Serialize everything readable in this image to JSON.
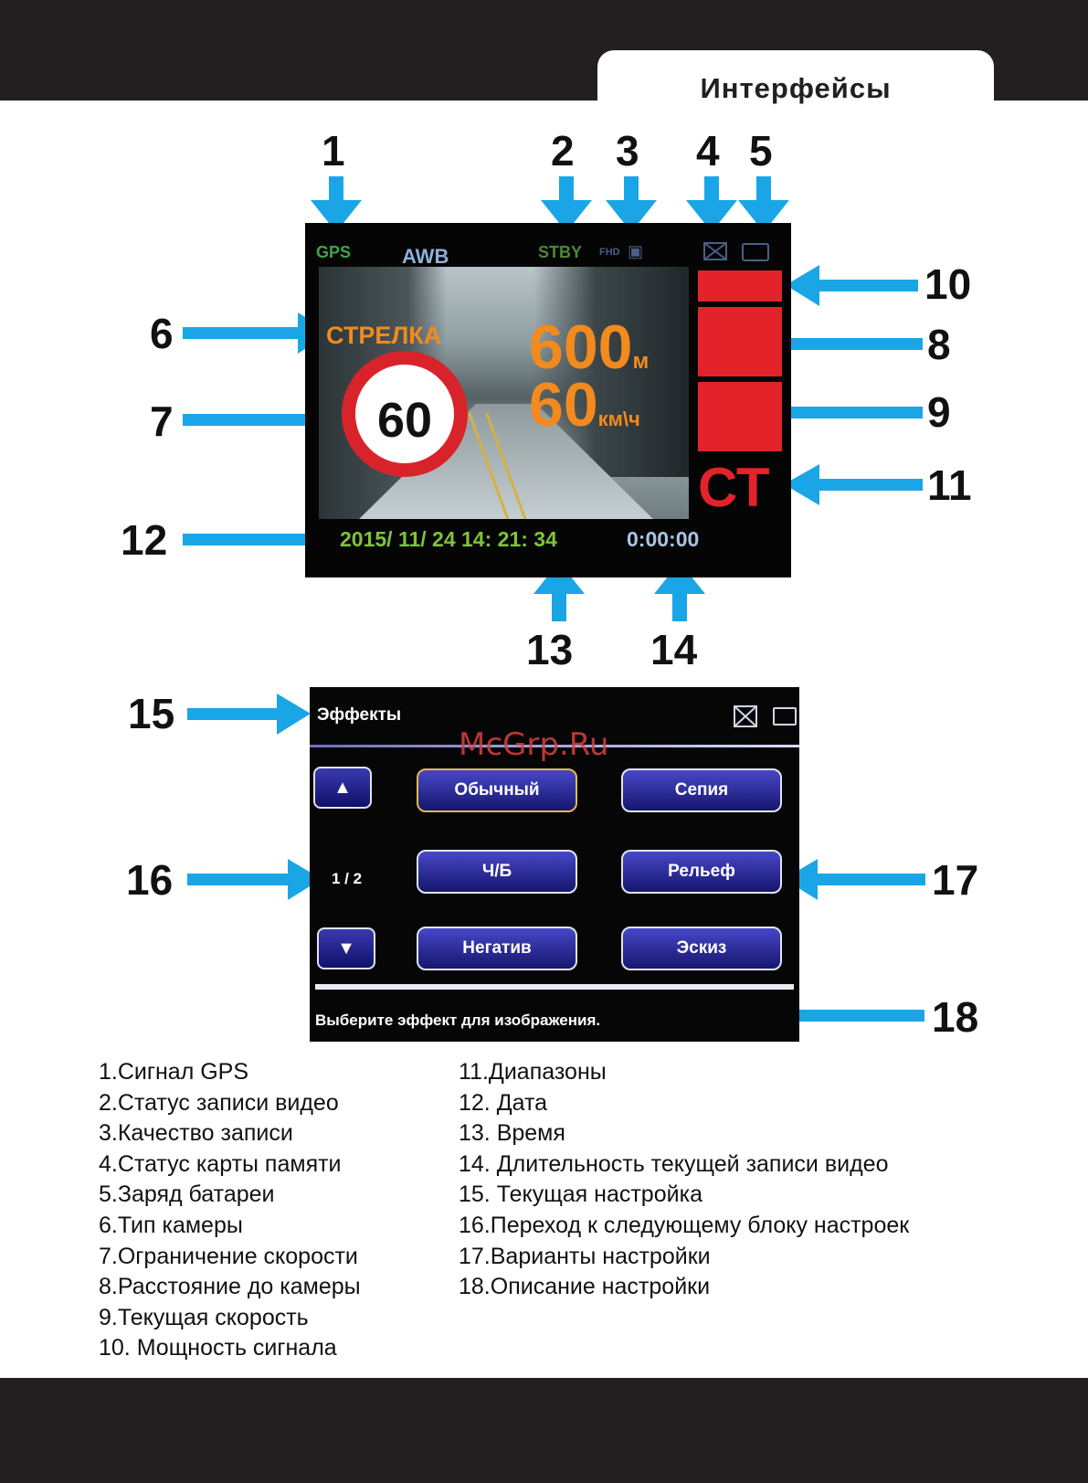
{
  "header": {
    "title": "Интерфейсы"
  },
  "callouts": [
    "1",
    "2",
    "3",
    "4",
    "5",
    "6",
    "7",
    "8",
    "9",
    "10",
    "11",
    "12",
    "13",
    "14",
    "15",
    "16",
    "17",
    "18"
  ],
  "dashcam": {
    "gps": "GPS",
    "awb": "AWB",
    "status": "STBY",
    "quality": "FHD",
    "camera_type": "СТРЕЛКА",
    "distance": "600",
    "distance_unit": "м",
    "speed": "60",
    "speed_unit": "км\\ч",
    "speed_limit": "60",
    "bands": "СТ",
    "datetime": "2015/ 11/ 24 14: 21: 34",
    "duration": "0:00:00"
  },
  "menu": {
    "title": "Эффекты",
    "up": "▲",
    "down": "▼",
    "page": "1 / 2",
    "options": [
      "Обычный",
      "Сепия",
      "Ч/Б",
      "Рельеф",
      "Негатив",
      "Эскиз"
    ],
    "selected": "Обычный",
    "description": "Выберите эффект для изображения."
  },
  "watermark": "McGrp.Ru",
  "legend": {
    "left": [
      "1.Сигнал GPS",
      "2.Статус записи видео",
      "3.Качество записи",
      "4.Статус карты памяти",
      "5.Заряд батареи",
      "6.Тип камеры",
      "7.Ограничение скорости",
      "8.Расстояние до камеры",
      "9.Текущая скорость",
      "10. Мощность сигнала"
    ],
    "right": [
      "11.Диапазоны",
      "12. Дата",
      "13. Время",
      "14. Длительность текущей записи видео",
      "15. Текущая настройка",
      "16.Переход к следующему блоку настроек",
      "17.Варианты настройки",
      "18.Описание настройки"
    ]
  },
  "colors": {
    "arrow": "#1aa6e6",
    "band": "#231f20",
    "signal": "#e2232a",
    "accent": "#f28a1e"
  }
}
